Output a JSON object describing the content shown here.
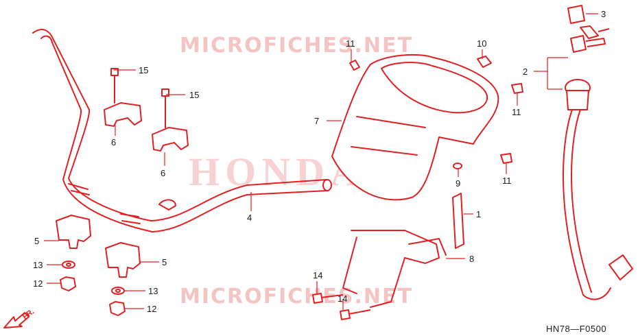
{
  "watermarks": {
    "top": "MICROFICHES.NET",
    "center": "HONDA",
    "bottom": "MICROFICHES.NET"
  },
  "diagram_code": "HN78—F0500",
  "front_indicator": "FR.",
  "callouts": {
    "c1": "1",
    "c2": "2",
    "c3": "3",
    "c4": "4",
    "c5a": "5",
    "c5b": "5",
    "c6a": "6",
    "c6b": "6",
    "c7": "7",
    "c8": "8",
    "c9": "9",
    "c10": "10",
    "c11a": "11",
    "c11b": "11",
    "c11c": "11",
    "c12a": "12",
    "c12b": "12",
    "c13a": "13",
    "c13b": "13",
    "c14a": "14",
    "c14b": "14",
    "c15a": "15",
    "c15b": "15"
  },
  "colors": {
    "line": "#e02020",
    "watermark": "#f4c4c4",
    "text": "#1a1a1a"
  }
}
